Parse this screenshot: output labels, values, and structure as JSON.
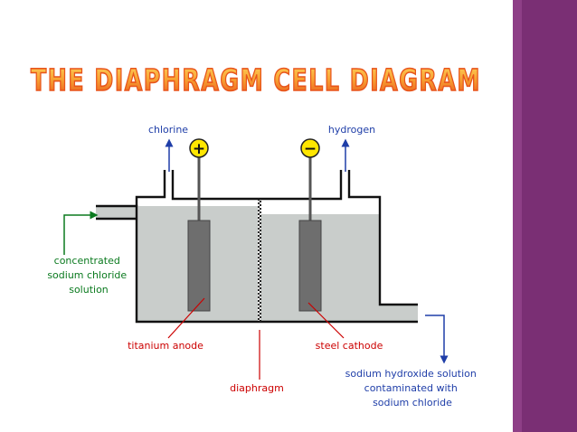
{
  "slide": {
    "title": "THE DIAPHRAGM CELL DIAGRAM"
  },
  "diagram": {
    "labels": {
      "chlorine": "chlorine",
      "hydrogen": "hydrogen",
      "anode_sign": "+",
      "cathode_sign": "−",
      "inlet": [
        "concentrated",
        "sodium chloride",
        "solution"
      ],
      "anode": "titanium anode",
      "cathode": "steel cathode",
      "diaphragm": "diaphragm",
      "outlet": [
        "sodium hydroxide solution",
        "contaminated with",
        "sodium chloride"
      ]
    },
    "colors": {
      "label_blue": "#1f3ea8",
      "label_red": "#cc0000",
      "label_green": "#0b7a1f",
      "solution": "#c9cdcb",
      "electrode": "#6e6e6e",
      "sign_yellow": "#ffe600",
      "title_orange": "#f47c1f",
      "side_band": "#7a2f74"
    }
  }
}
